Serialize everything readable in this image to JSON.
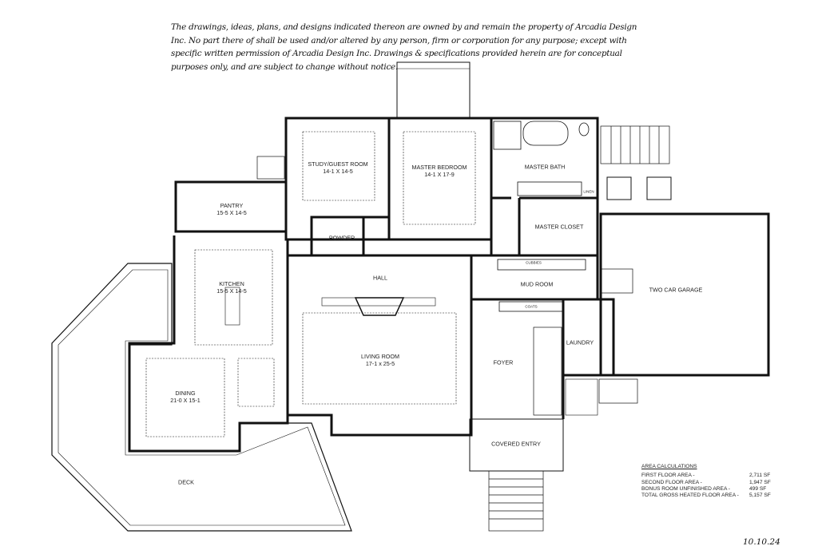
{
  "disclaimer": "The drawings, ideas, plans, and designs indicated thereon are owned by and remain the property of Arcadia Design Inc. No part there of shall be used and/or altered by any person, firm or corporation for any purpose; except with specific written permission of Arcadia Design Inc. Drawings & specifications provided herein are for conceptual purposes only, and are subject to change without notice.",
  "rooms": {
    "study": {
      "name": "STUDY/GUEST ROOM",
      "dims": "14-1 X 14-5"
    },
    "master_bedroom": {
      "name": "MASTER BEDROOM",
      "dims": "14-1 X 17-9"
    },
    "master_bath": {
      "name": "MASTER BATH"
    },
    "linen": {
      "name": "LINEN"
    },
    "master_closet": {
      "name": "MASTER CLOSET"
    },
    "pantry": {
      "name": "PANTRY",
      "dims": "15-5 X 14-5"
    },
    "powder": {
      "name": "POWDER"
    },
    "kitchen": {
      "name": "KITCHEN",
      "dims": "15-5 X 14-5"
    },
    "hall": {
      "name": "HALL"
    },
    "cubbies": {
      "name": "CUBBIES"
    },
    "mud_room": {
      "name": "MUD ROOM"
    },
    "coats": {
      "name": "COATS"
    },
    "two_car_garage": {
      "name": "TWO CAR GARAGE"
    },
    "living_room": {
      "name": "LIVING ROOM",
      "dims": "17-1 x 25-5"
    },
    "foyer": {
      "name": "FOYER"
    },
    "laundry": {
      "name": "LAUNDRY"
    },
    "dining": {
      "name": "DINING",
      "dims": "21-0 X 15-1"
    },
    "covered_entry": {
      "name": "COVERED ENTRY"
    },
    "deck": {
      "name": "DECK"
    }
  },
  "area_calculations": {
    "title": "AREA CALCULATIONS",
    "rows": [
      {
        "label": "FIRST FLOOR AREA -",
        "value": "2,711 SF"
      },
      {
        "label": "SECOND FLOOR AREA -",
        "value": "1,947 SF"
      },
      {
        "label": "BONUS ROOM UNFINISHED AREA -",
        "value": "499 SF"
      },
      {
        "label": "TOTAL GROSS HEATED FLOOR AREA -",
        "value": "5,157 SF"
      }
    ]
  },
  "date": "10.10.24"
}
